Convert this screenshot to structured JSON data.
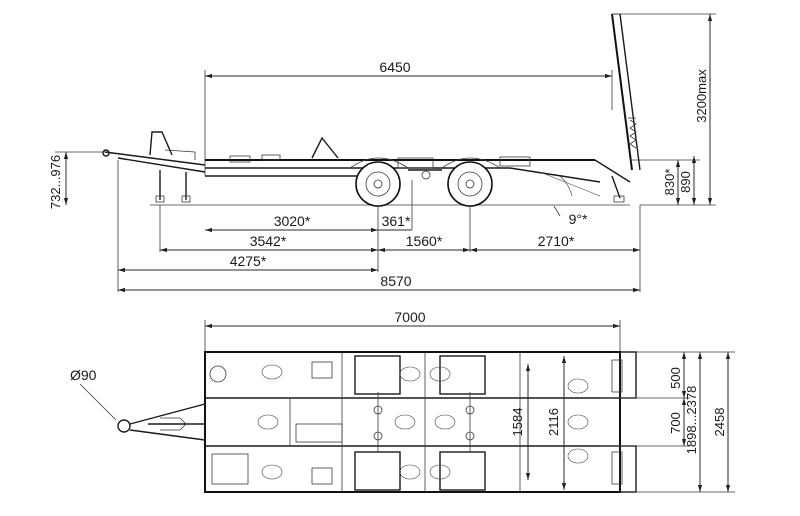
{
  "side_view": {
    "dims": {
      "length_deck": "6450",
      "height_ramp": "3200max",
      "hitch_height": "732...976",
      "deck_height_rear": "830*",
      "deck_height": "890",
      "d_3020": "3020*",
      "d_361": "361*",
      "d_3542": "3542*",
      "d_1560": "1560*",
      "d_2710": "2710*",
      "d_4275": "4275*",
      "overall_length": "8570",
      "angle": "9°*"
    }
  },
  "top_view": {
    "dims": {
      "length": "7000",
      "eye": "Ø90",
      "w_500": "500",
      "w_700": "700",
      "w_1584": "1584",
      "w_2116": "2116",
      "w_range": "1898...2378",
      "overall_width": "2458"
    }
  },
  "colors": {
    "line": "#1a1a1a",
    "background": "#ffffff"
  }
}
